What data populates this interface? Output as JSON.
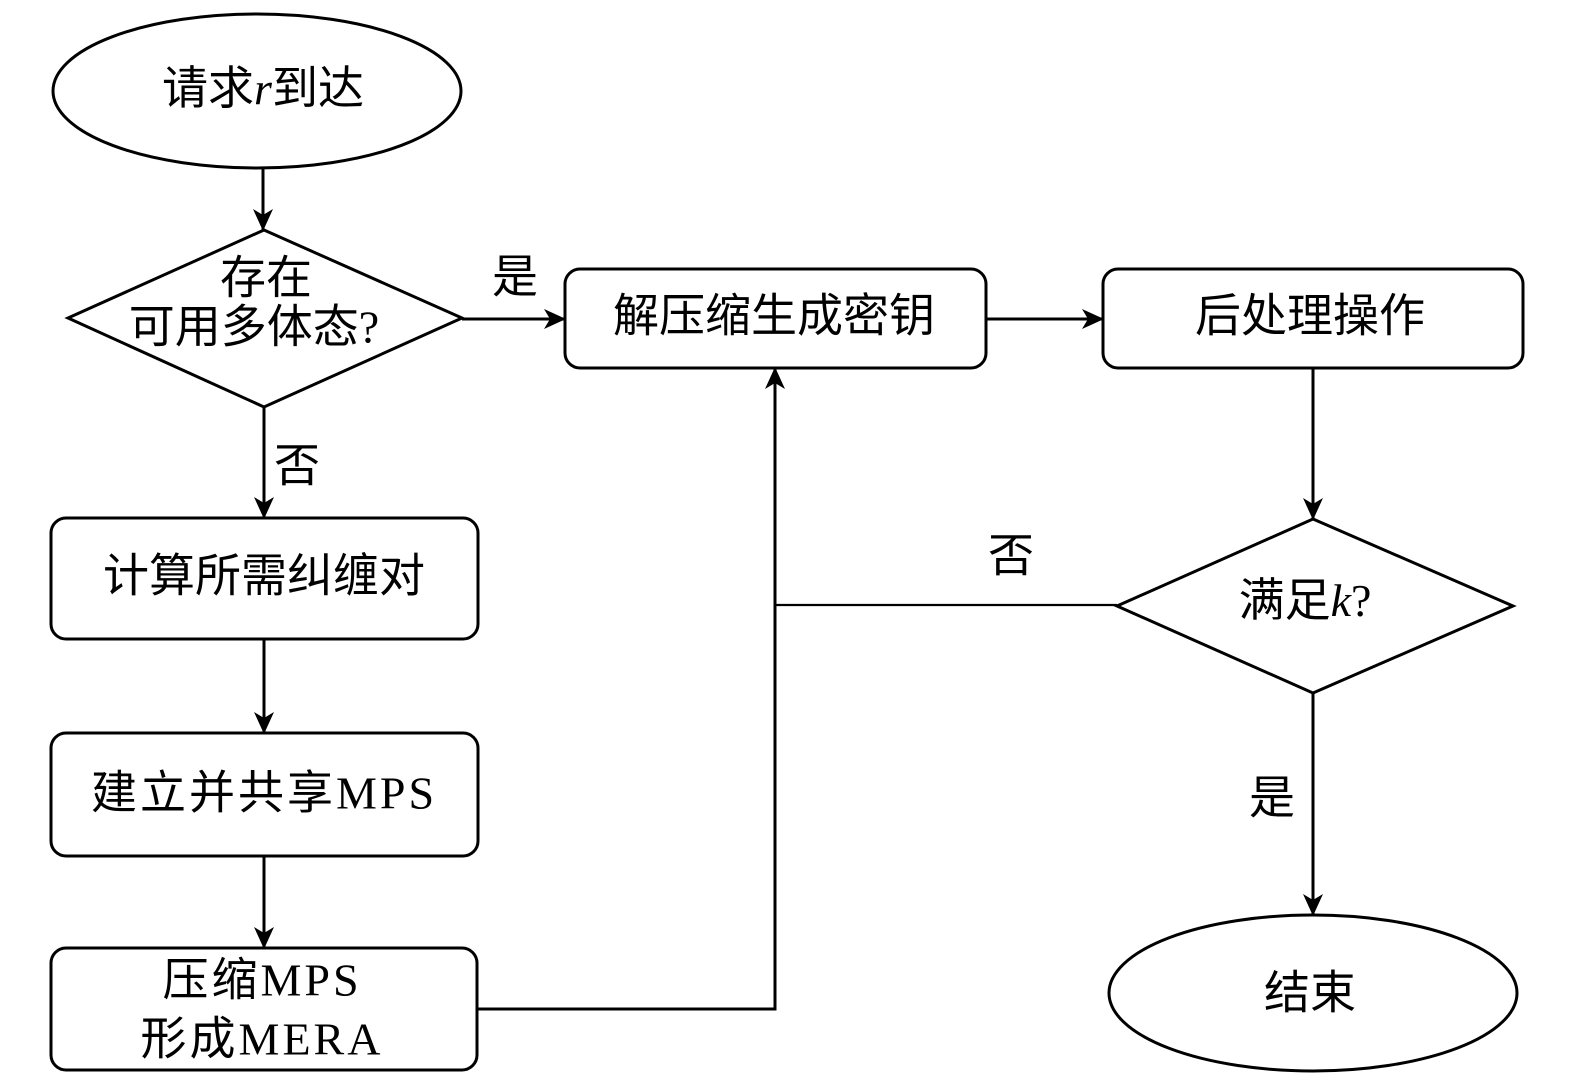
{
  "diagram": {
    "type": "flowchart",
    "nodes": {
      "start": {
        "shape": "ellipse",
        "label_prefix": "请求",
        "label_var": "r",
        "label_suffix": "到达"
      },
      "check_polystate": {
        "shape": "diamond",
        "line1": "存在",
        "line2": "可用多体态?"
      },
      "compute_pairs": {
        "shape": "rounded-rect",
        "label": "计算所需纠缠对"
      },
      "build_mps": {
        "shape": "rounded-rect",
        "label": "建立并共享MPS"
      },
      "compress_mps": {
        "shape": "rounded-rect",
        "line1": "压缩MPS",
        "line2": "形成MERA"
      },
      "decompress_key": {
        "shape": "rounded-rect",
        "label": "解压缩生成密钥"
      },
      "post_process": {
        "shape": "rounded-rect",
        "label": "后处理操作"
      },
      "check_k": {
        "shape": "diamond",
        "label_prefix": "满足",
        "label_var": "k",
        "label_suffix": "?"
      },
      "end": {
        "shape": "ellipse",
        "label": "结束"
      }
    },
    "edges": [
      {
        "from": "start",
        "to": "check_polystate",
        "label": ""
      },
      {
        "from": "check_polystate",
        "to": "decompress_key",
        "label": "是"
      },
      {
        "from": "check_polystate",
        "to": "compute_pairs",
        "label": "否"
      },
      {
        "from": "compute_pairs",
        "to": "build_mps",
        "label": ""
      },
      {
        "from": "build_mps",
        "to": "compress_mps",
        "label": ""
      },
      {
        "from": "compress_mps",
        "to": "decompress_key",
        "label": ""
      },
      {
        "from": "decompress_key",
        "to": "post_process",
        "label": ""
      },
      {
        "from": "post_process",
        "to": "check_k",
        "label": ""
      },
      {
        "from": "check_k",
        "to": "decompress_key",
        "label": "否"
      },
      {
        "from": "check_k",
        "to": "end",
        "label": "是"
      }
    ]
  }
}
